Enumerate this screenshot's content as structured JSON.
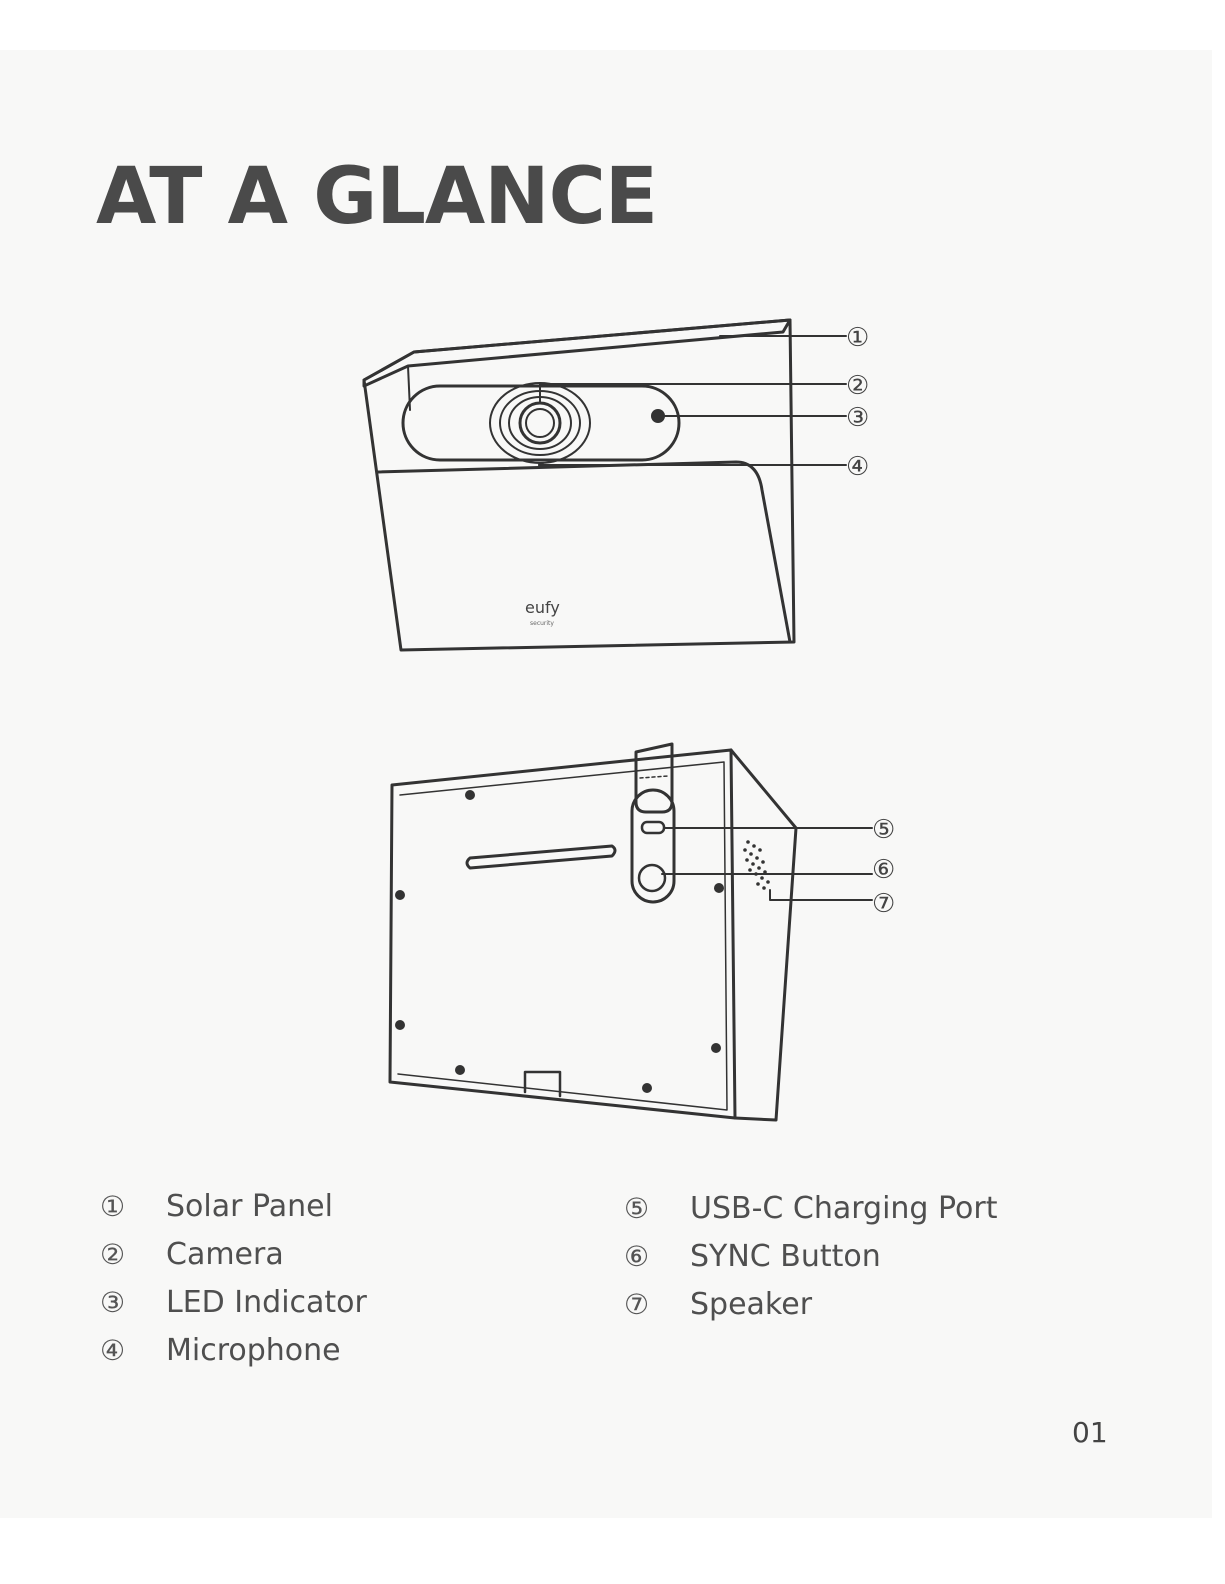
{
  "title": "AT A GLANCE",
  "brand": {
    "logo_text": "eufy",
    "logo_sub": "security"
  },
  "callouts": [
    "①",
    "②",
    "③",
    "④",
    "⑤",
    "⑥",
    "⑦"
  ],
  "legend": [
    {
      "num": "①",
      "label": "Solar Panel"
    },
    {
      "num": "②",
      "label": "Camera"
    },
    {
      "num": "③",
      "label": "LED Indicator"
    },
    {
      "num": "④",
      "label": "Microphone"
    },
    {
      "num": "⑤",
      "label": "USB-C Charging Port"
    },
    {
      "num": "⑥",
      "label": "SYNC Button"
    },
    {
      "num": "⑦",
      "label": "Speaker"
    }
  ],
  "page_number": "01"
}
